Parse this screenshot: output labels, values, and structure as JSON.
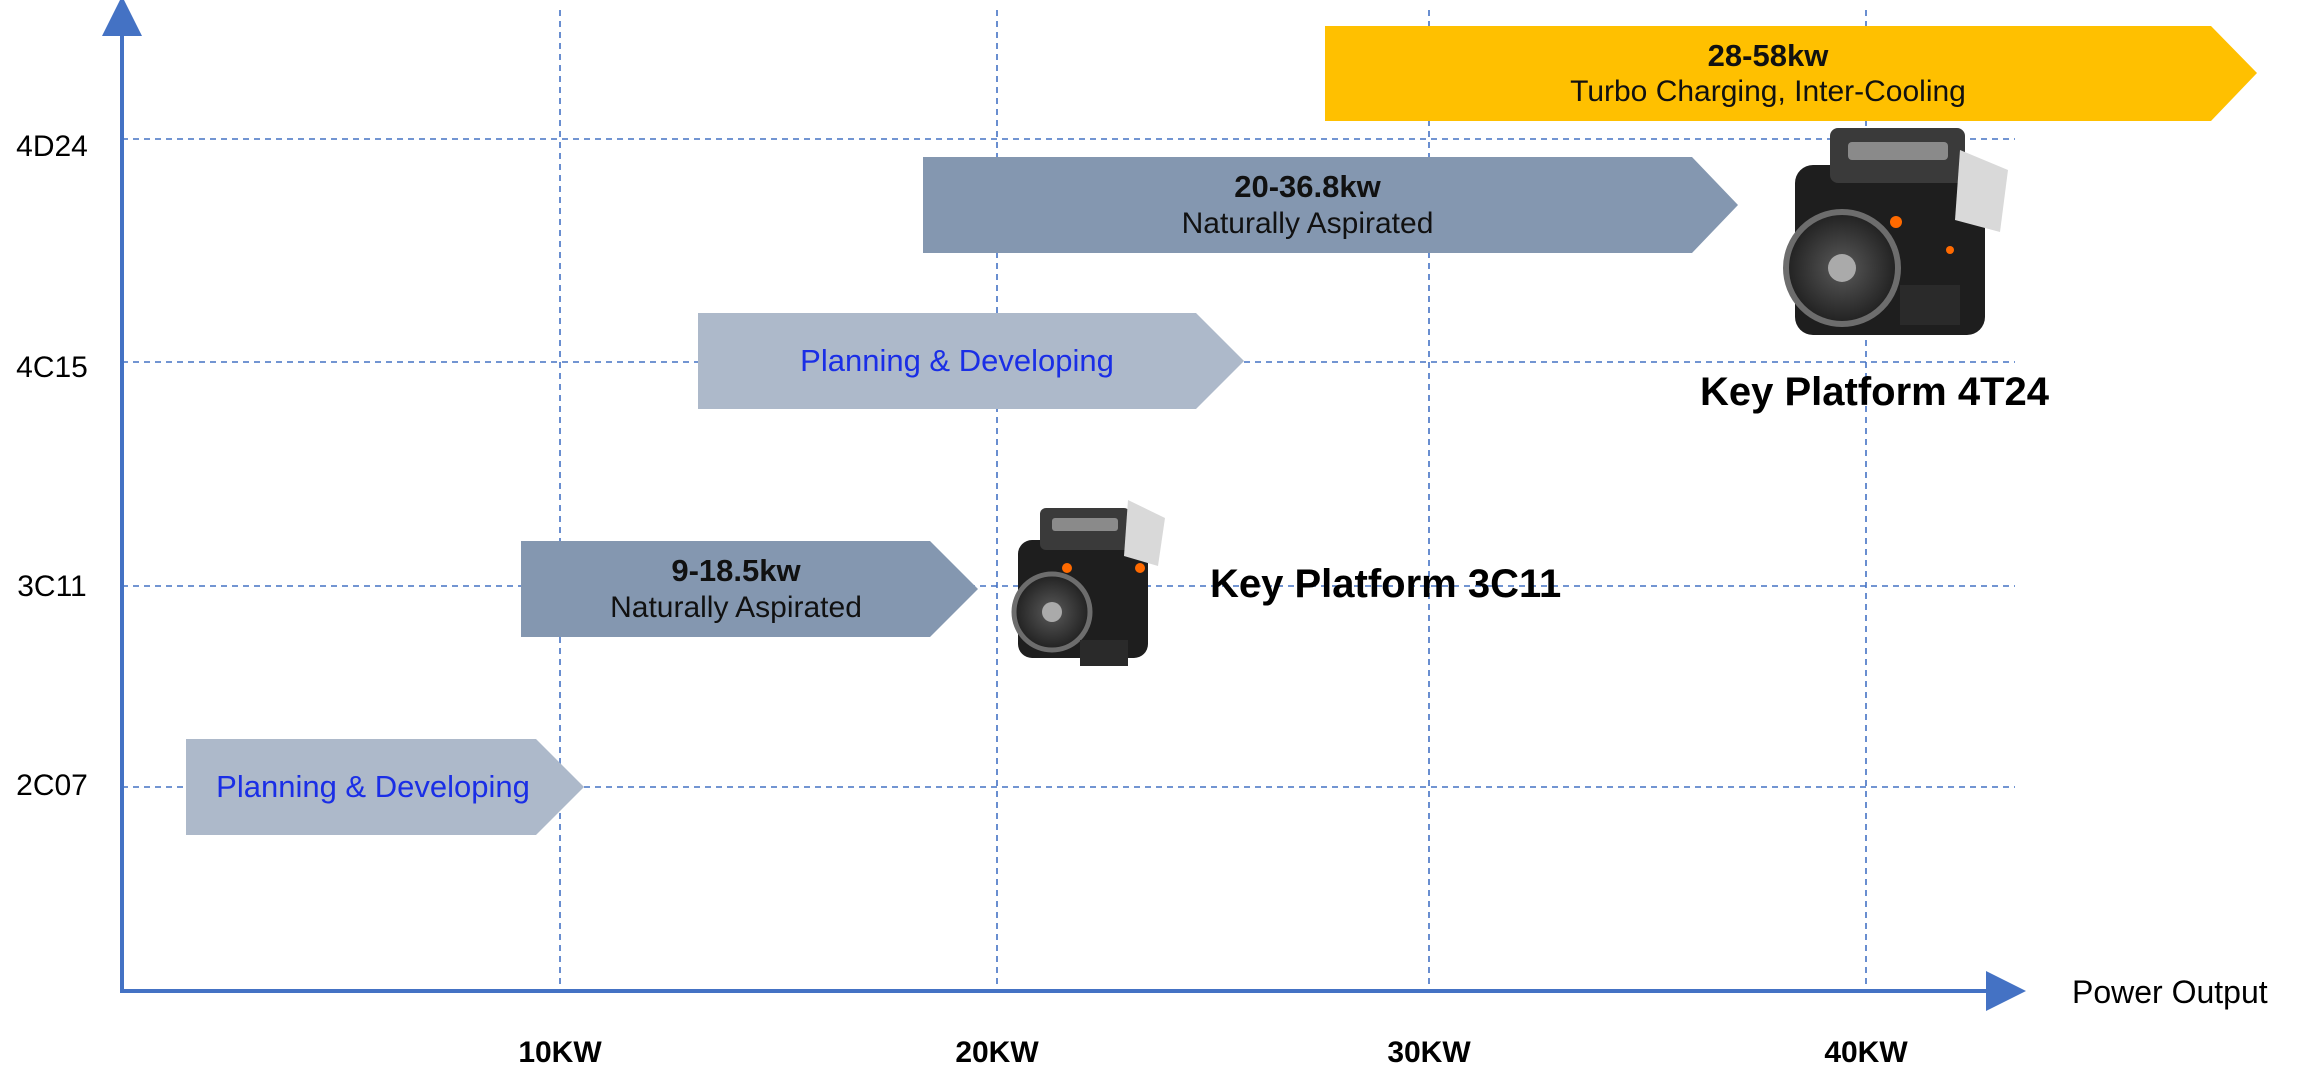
{
  "axes": {
    "y_labels": [
      "4D24",
      "4C15",
      "3C11",
      "2C07"
    ],
    "x_labels": [
      "10KW",
      "20KW",
      "30KW",
      "40KW"
    ],
    "x_title": "Power Output"
  },
  "bars": [
    {
      "lead": "28-58kw",
      "sub": "Turbo Charging, Inter-Cooling",
      "color": "#ffc000"
    },
    {
      "lead": "20-36.8kw",
      "sub": "Naturally Aspirated",
      "color": "#8497b0"
    },
    {
      "lead": "",
      "sub": "Planning & Developing",
      "color": "#adb9ca"
    },
    {
      "lead": "9-18.5kw",
      "sub": "Naturally Aspirated",
      "color": "#8497b0"
    },
    {
      "lead": "",
      "sub": "Planning & Developing",
      "color": "#adb9ca"
    }
  ],
  "platforms": {
    "p4t24": "Key Platform 4T24",
    "p3c11": "Key Platform 3C11"
  },
  "colors": {
    "axis": "#4472c4",
    "grid": "#4472c4",
    "planning_text": "#1a2ee6"
  }
}
